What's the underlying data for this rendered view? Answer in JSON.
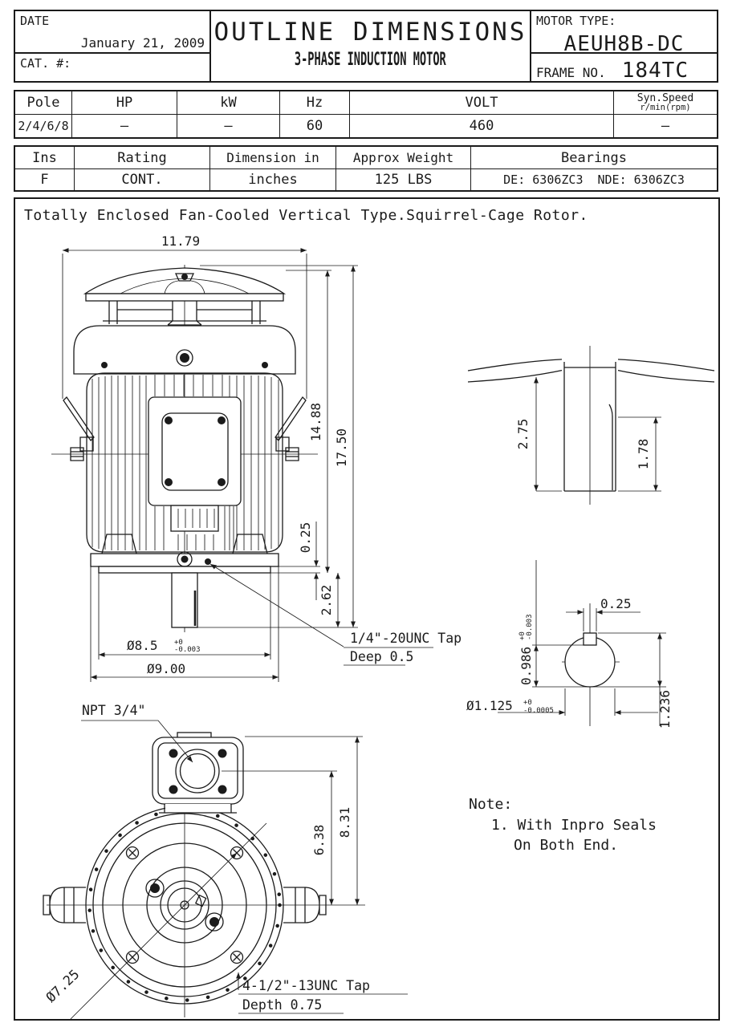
{
  "header": {
    "date_label": "DATE",
    "date_value": "January 21, 2009",
    "cat_label": "CAT. #:",
    "title": "OUTLINE DIMENSIONS",
    "subtitle": "3-PHASE INDUCTION MOTOR",
    "motor_type_label": "MOTOR TYPE:",
    "motor_type_value": "AEUH8B-DC",
    "frame_label": "FRAME NO.",
    "frame_value": "184TC"
  },
  "spec_table": {
    "col_pole": "Pole",
    "col_hp": "HP",
    "col_kw": "kW",
    "col_hz": "Hz",
    "col_volt": "VOLT",
    "col_syn1": "Syn.Speed",
    "col_syn2": "r/min(rpm)",
    "val_pole": "2/4/6/8",
    "val_hp": "–",
    "val_kw": "–",
    "val_hz": "60",
    "val_volt": "460",
    "val_syn": "–"
  },
  "detail_table": {
    "col_ins": "Ins",
    "col_rating": "Rating",
    "col_dim": "Dimension in",
    "col_weight": "Approx Weight",
    "col_bearings": "Bearings",
    "val_ins": "F",
    "val_rating": "CONT.",
    "val_dim": "inches",
    "val_weight": "125 LBS",
    "val_de": "DE: 6306ZC3",
    "val_nde": "NDE: 6306ZC3"
  },
  "description": "Totally Enclosed Fan-Cooled Vertical Type.Squirrel-Cage Rotor.",
  "drawing": {
    "front": {
      "width": "11.79",
      "height_total": "17.50",
      "height_body": "14.88",
      "lip": "0.25",
      "shaft_ext": "2.62",
      "spigot": "Ø8.5",
      "spigot_tol_plus": "+0",
      "spigot_tol_minus": "-0.003",
      "flange_od": "Ø9.00",
      "tap_line1": "1/4\"-20UNC Tap",
      "tap_line2": "Deep 0.5"
    },
    "side": {
      "inner": "2.75",
      "outer": "1.78"
    },
    "section": {
      "keyseat": "0.986",
      "keyseat_tol_plus": "+0",
      "keyseat_tol_minus": "-0.003",
      "key_width": "0.25",
      "shaft_dia": "Ø1.125",
      "dia_tol_plus": "+0",
      "dia_tol_minus": "-0.0005",
      "key_top": "1.236"
    },
    "bottom": {
      "npt": "NPT 3/4\"",
      "bolt_circle": "Ø7.25",
      "dim_inner": "6.38",
      "dim_outer": "8.31",
      "tap_line1": "4-1/2\"-13UNC Tap",
      "tap_line2": "Depth 0.75"
    },
    "note_title": "Note:",
    "note_line1": "1. With Inpro Seals",
    "note_line2": "On Both End."
  }
}
